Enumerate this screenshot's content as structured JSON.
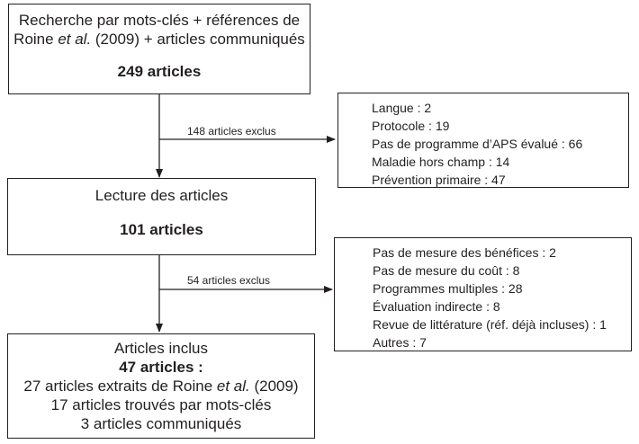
{
  "search_box": {
    "line1": "Recherche par mots-clés + références de",
    "line2_pre": "Roine ",
    "line2_italic": "et al.",
    "line2_post": " (2009) + articles communiqués",
    "count": "249 articles"
  },
  "exclusion1": {
    "label": "148 articles exclus",
    "reasons": [
      "Langue : 2",
      "Protocole : 19",
      "Pas de programme d’APS évalué : 66",
      "Maladie hors champ : 14",
      "Prévention primaire : 47"
    ]
  },
  "reading_box": {
    "title": "Lecture des articles",
    "count": "101 articles"
  },
  "exclusion2": {
    "label": "54 articles exclus",
    "reasons": [
      "Pas de mesure des bénéfices : 2",
      "Pas de mesure du coût : 8",
      "Programmes multiples : 28",
      "Évaluation indirecte : 8",
      "Revue de littérature (réf. déjà incluses) : 1",
      "Autres : 7"
    ]
  },
  "included_box": {
    "title": "Articles inclus",
    "count": "47 articles :",
    "line1_pre": "27 articles extraits de Roine ",
    "line1_italic": "et al.",
    "line1_post": " (2009)",
    "line2": "17 articles trouvés par mots-clés",
    "line3": "3 articles communiqués"
  }
}
